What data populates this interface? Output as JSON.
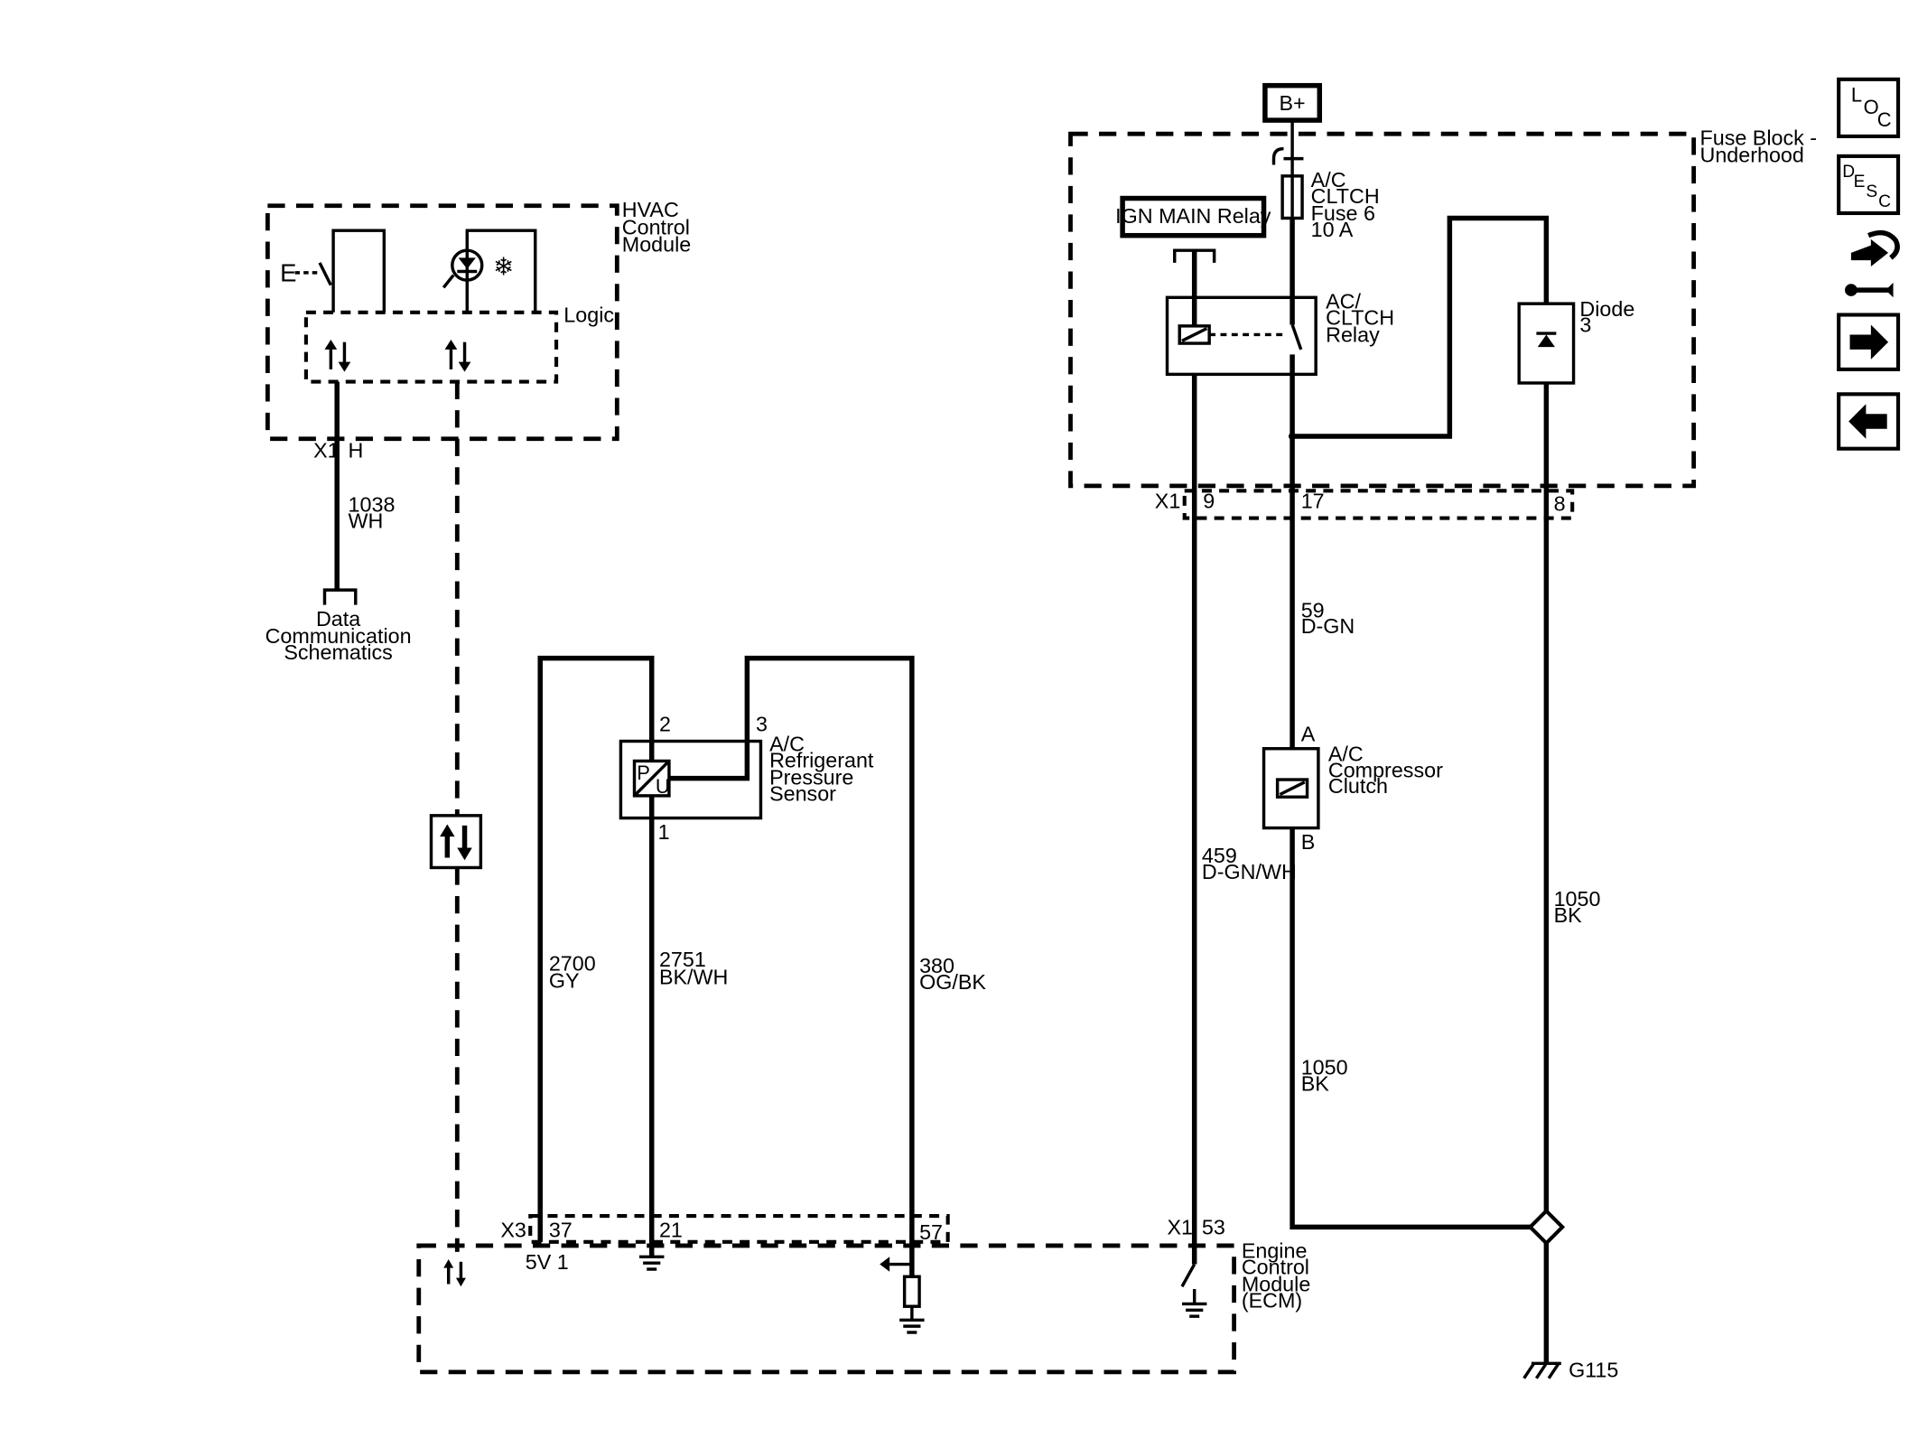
{
  "components": {
    "battery": "B+",
    "fuse_block": {
      "line1": "Fuse Block -",
      "line2": "Underhood"
    },
    "fuse": {
      "line1": "A/C",
      "line2": "CLTCH",
      "line3": "Fuse 6",
      "line4": "10 A"
    },
    "ign_relay": "IGN MAIN Relay",
    "clutch_relay": {
      "line1": "AC/",
      "line2": "CLTCH",
      "line3": "Relay"
    },
    "diode": {
      "line1": "Diode",
      "line2": "3"
    },
    "hvac": {
      "line1": "HVAC",
      "line2": "Control",
      "line3": "Module",
      "logic": "Logic"
    },
    "data_comm": {
      "line1": "Data",
      "line2": "Communication",
      "line3": "Schematics"
    },
    "pressure_sensor": {
      "line1": "A/C",
      "line2": "Refrigerant",
      "line3": "Pressure",
      "line4": "Sensor",
      "pin1": "1",
      "pin2": "2",
      "pin3": "3",
      "p": "P",
      "u": "U"
    },
    "compressor": {
      "line1": "A/C",
      "line2": "Compressor",
      "line3": "Clutch",
      "pinA": "A",
      "pinB": "B"
    },
    "ecm": {
      "line1": "Engine",
      "line2": "Control",
      "line3": "Module",
      "line4": "(ECM)",
      "ref": "5V 1"
    },
    "ground": "G115"
  },
  "connectors": {
    "hvac_x1": "X1",
    "hvac_pin": "H",
    "fb_x1": "X1",
    "fb_pin9": "9",
    "fb_pin17": "17",
    "fb_pin8": "8",
    "ecm_x3": "X3",
    "ecm_pin37": "37",
    "ecm_pin21": "21",
    "ecm_pin57": "57",
    "ecm_x1": "X1",
    "ecm_pin53": "53"
  },
  "wires": {
    "w1038": {
      "num": "1038",
      "color": "WH"
    },
    "w2700": {
      "num": "2700",
      "color": "GY"
    },
    "w2751": {
      "num": "2751",
      "color": "BK/WH"
    },
    "w380": {
      "num": "380",
      "color": "OG/BK"
    },
    "w459": {
      "num": "459",
      "color": "D-GN/WH"
    },
    "w59": {
      "num": "59",
      "color": "D-GN"
    },
    "w1050a": {
      "num": "1050",
      "color": "BK"
    },
    "w1050b": {
      "num": "1050",
      "color": "BK"
    }
  },
  "nav": {
    "loc": {
      "a": "L",
      "b": "O",
      "c": "C"
    },
    "desc": {
      "a": "D",
      "b": "E",
      "c": "S",
      "d": "C"
    }
  }
}
